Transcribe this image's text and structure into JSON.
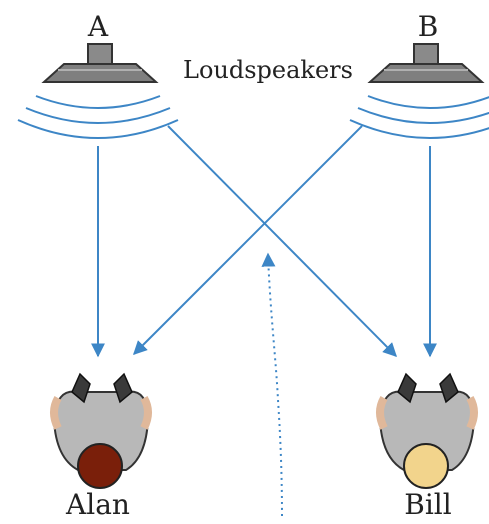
{
  "speakers": {
    "a_label": "A",
    "b_label": "B",
    "caption": "Loudspeakers"
  },
  "listeners": {
    "left_name": "Alan",
    "right_name": "Bill"
  },
  "colors": {
    "wave": "#3d86c6",
    "arrow": "#3d86c6",
    "speaker_body": "#808080",
    "speaker_cap": "#a0a0a0",
    "alan_head": "#7a1f0a",
    "bill_head": "#f2d48c",
    "body_gray": "#b8b8b8",
    "skin": "#e0b89a"
  },
  "icons": {
    "speaker": "loudspeaker-icon",
    "listener": "person-top-view-icon"
  }
}
